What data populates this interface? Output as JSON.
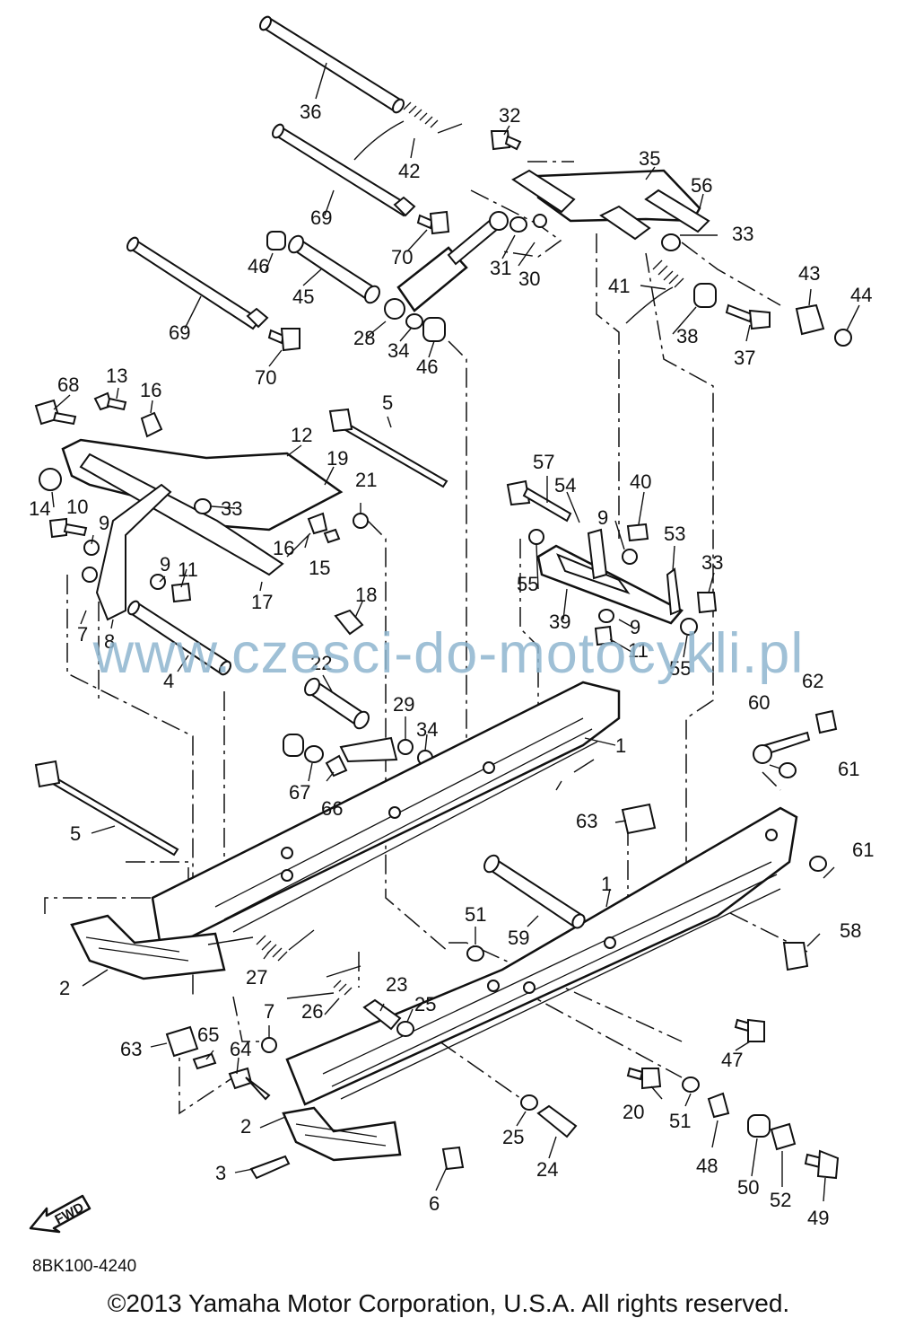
{
  "watermark": "www.czesci-do-motocykli.pl",
  "diagram_code": "8BK100-4240",
  "copyright": "©2013 Yamaha Motor Corporation, U.S.A. All rights reserved.",
  "fwd_label": "FWD",
  "callouts": [
    "1",
    "1",
    "2",
    "2",
    "3",
    "4",
    "5",
    "5",
    "6",
    "7",
    "7",
    "8",
    "9",
    "9",
    "9",
    "9",
    "10",
    "11",
    "11",
    "12",
    "13",
    "14",
    "15",
    "16",
    "16",
    "17",
    "18",
    "19",
    "20",
    "21",
    "22",
    "23",
    "24",
    "25",
    "25",
    "26",
    "27",
    "28",
    "29",
    "30",
    "31",
    "32",
    "33",
    "33",
    "33",
    "33",
    "34",
    "34",
    "35",
    "36",
    "37",
    "38",
    "39",
    "40",
    "41",
    "42",
    "43",
    "44",
    "45",
    "46",
    "46",
    "47",
    "48",
    "49",
    "50",
    "51",
    "51",
    "51",
    "52",
    "53",
    "54",
    "55",
    "55",
    "56",
    "57",
    "58",
    "59",
    "60",
    "61",
    "61",
    "62",
    "63",
    "63",
    "64",
    "65",
    "66",
    "67",
    "68",
    "69",
    "69",
    "70",
    "70"
  ]
}
